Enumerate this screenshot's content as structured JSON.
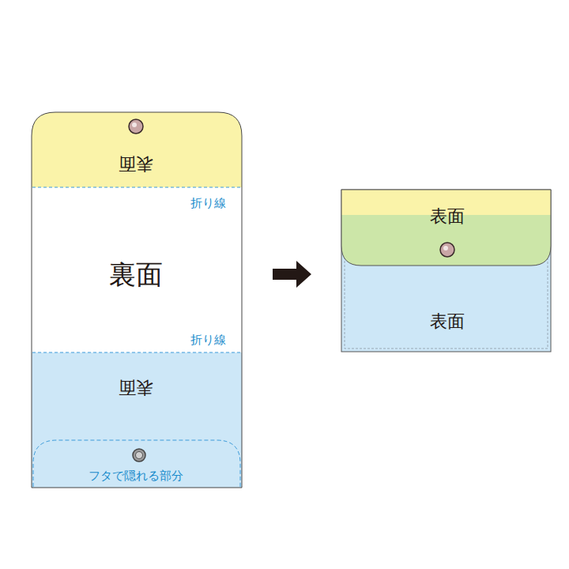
{
  "diagram": {
    "nodes": [
      {
        "text": [
          "表面"
        ]
      },
      {
        "text": [
          "裏面"
        ]
      },
      {
        "text": [
          "表面"
        ]
      },
      {
        "text": [
          "フタで隠れる部分"
        ],
        "in": 2
      },
      {
        "text": [
          "表面"
        ]
      },
      {
        "text": [
          "表面"
        ],
        "in": 4
      }
    ],
    "labels": [
      "折り線",
      "折り線"
    ]
  }
}
